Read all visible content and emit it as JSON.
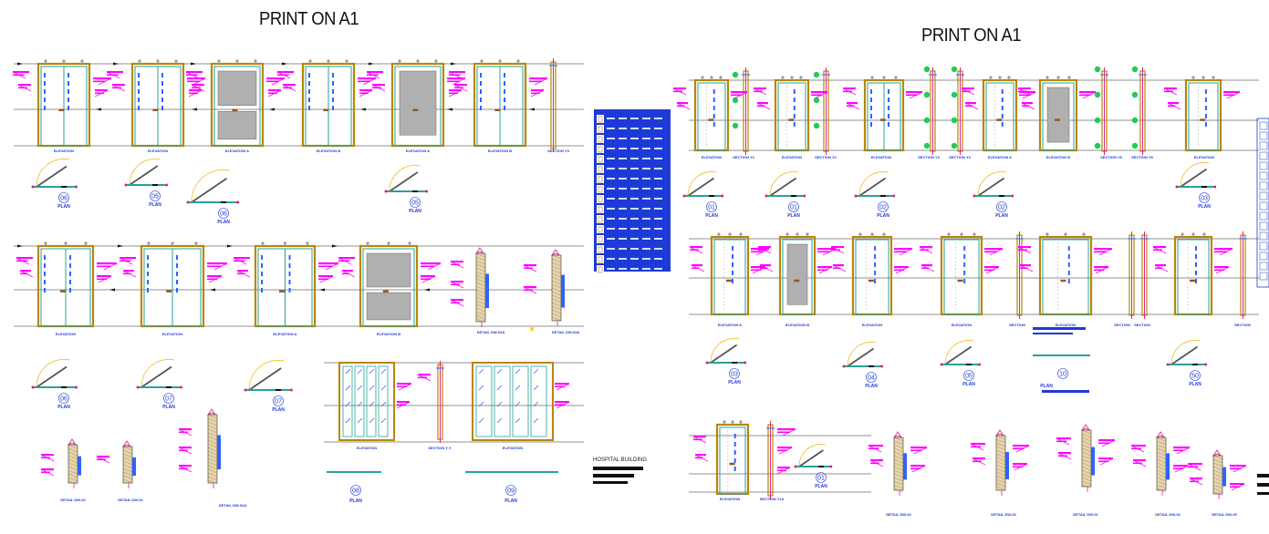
{
  "sheets": [
    {
      "title": "PRINT ON A1"
    },
    {
      "title": "PRINT ON A1"
    }
  ],
  "project": {
    "name": "HOSPITAL BUILDING"
  },
  "left_row1": {
    "elevations": [
      "ELEVATION",
      "ELEVATION",
      "ELEVATION A",
      "ELEVATION B",
      "ELEVATION A",
      "ELEVATION B",
      "SECTION Y3"
    ]
  },
  "left_plans1": [
    {
      "tag": "06",
      "label": "PLAN"
    },
    {
      "tag": "05",
      "label": "PLAN"
    },
    {
      "tag": "06",
      "label": "PLAN"
    },
    {
      "tag": "05",
      "label": "PLAN"
    }
  ],
  "left_row2": {
    "elevations": [
      "ELEVATION",
      "ELEVATION",
      "ELEVATION A",
      "ELEVATION B"
    ],
    "details": [
      "DETAIL DW-03A",
      "DETAIL DW-03A"
    ]
  },
  "left_plans2": [
    {
      "tag": "06",
      "label": "PLAN"
    },
    {
      "tag": "07",
      "label": "PLAN"
    },
    {
      "tag": "07",
      "label": "PLAN"
    }
  ],
  "left_row3": {
    "elevations": [
      "ELEVATION",
      "SECTION Y-Y",
      "ELEVATION"
    ],
    "plans": [
      {
        "tag": "08",
        "label": "PLAN"
      },
      {
        "tag": "09",
        "label": "PLAN"
      }
    ],
    "details": [
      "DETAIL DW-02",
      "DETAIL DW-02",
      "DETAIL DW-02A"
    ]
  },
  "right_row1": {
    "elevations": [
      "ELEVATION",
      "SECTION Y1",
      "ELEVATION",
      "SECTION Y2",
      "ELEVATION",
      "SECTION Y3",
      "SECTION Y4",
      "ELEVATION A",
      "ELEVATION B",
      "SECTION Y5",
      "SECTION Y6",
      "ELEVATION"
    ]
  },
  "right_plans1": [
    {
      "tag": "01",
      "label": "PLAN"
    },
    {
      "tag": "01",
      "label": "PLAN"
    },
    {
      "tag": "02",
      "label": "PLAN"
    },
    {
      "tag": "02",
      "label": "PLAN"
    },
    {
      "tag": "03",
      "label": "PLAN"
    }
  ],
  "right_row2": {
    "elevations": [
      "ELEVATION A",
      "ELEVATION B",
      "ELEVATION",
      "ELEVATION",
      "SECTION",
      "ELEVATION",
      "SECTION",
      "SECTION",
      "SECTION"
    ]
  },
  "right_plans2": [
    {
      "tag": "03",
      "label": "PLAN"
    },
    {
      "tag": "04",
      "label": "PLAN"
    },
    {
      "tag": "05",
      "label": "PLAN"
    },
    {
      "tag": "10",
      "label": "PLAN"
    },
    {
      "tag": "50",
      "label": "PLAN"
    }
  ],
  "right_row3": {
    "elevations": [
      "ELEVATION",
      "SECTION Y1A"
    ],
    "plans": [
      {
        "tag": "01",
        "label": "PLAN"
      }
    ],
    "details": [
      "DETAIL DW-02",
      "DETAIL DW-03",
      "DETAIL DW-01",
      "DETAIL DW-04",
      "DETAIL DW-05"
    ]
  },
  "colors": {
    "frame": "#b8860b",
    "leaf": "#2aa198",
    "annotation": "#ff00ff",
    "text": "#1e3ad6",
    "grid": "#222222",
    "glass": "#b0b0b0",
    "marker": "#22cc55"
  }
}
